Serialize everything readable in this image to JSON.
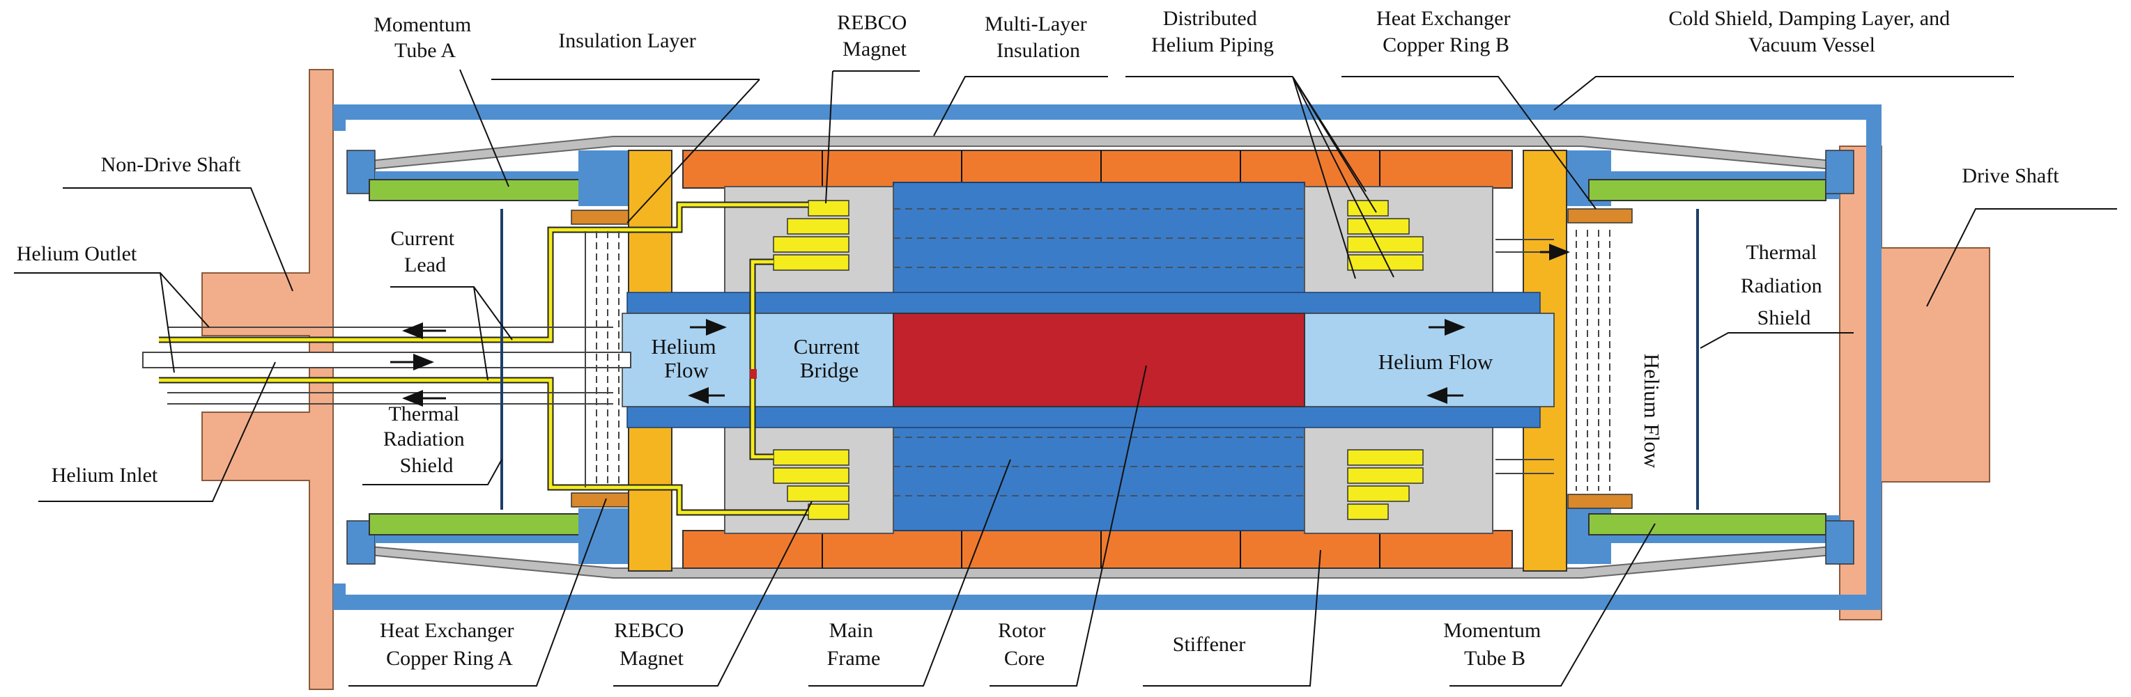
{
  "labels": {
    "momentum_tube_a": [
      "Momentum",
      "Tube A"
    ],
    "insulation_layer": "Insulation Layer",
    "rebco_magnet_top": [
      "REBCO",
      "Magnet"
    ],
    "multi_layer_insulation": [
      "Multi-Layer",
      "Insulation"
    ],
    "distributed_helium_piping": [
      "Distributed",
      "Helium Piping"
    ],
    "heat_exchanger_b": [
      "Heat Exchanger",
      "Copper Ring B"
    ],
    "cold_shield": [
      "Cold Shield, Damping Layer, and",
      "Vacuum Vessel"
    ],
    "non_drive_shaft": "Non-Drive Shaft",
    "drive_shaft": "Drive Shaft",
    "helium_outlet": "Helium Outlet",
    "helium_inlet": "Helium Inlet",
    "current_lead": [
      "Current",
      "Lead"
    ],
    "thermal_radiation_shield_left": [
      "Thermal",
      "Radiation",
      "Shield"
    ],
    "thermal_radiation_shield_right": [
      "Thermal",
      "Radiation",
      "Shield"
    ],
    "helium_flow_left": [
      "Helium",
      "Flow"
    ],
    "current_bridge": [
      "Current",
      "Bridge"
    ],
    "helium_flow_right": "Helium Flow",
    "helium_flow_vertical": "Helium Flow",
    "heat_exchanger_a": [
      "Heat Exchanger",
      "Copper Ring A"
    ],
    "rebco_magnet_bottom": [
      "REBCO",
      "Magnet"
    ],
    "main_frame": [
      "Main",
      "Frame"
    ],
    "rotor_core": [
      "Rotor",
      "Core"
    ],
    "stiffener": "Stiffener",
    "momentum_tube_b": [
      "Momentum",
      "Tube B"
    ]
  },
  "colors": {
    "shaft": "#f2ae8a",
    "vessel_blue": "#4f8fd0",
    "frame_blue": "#3a7cc8",
    "light_blue": "#a9d2f0",
    "core_red": "#c1222b",
    "stiffener_orange": "#ef7a2e",
    "flange_gold": "#f5b520",
    "coil_yellow": "#f4ec1c",
    "tube_green": "#8cc63f",
    "gray": "#cfcfcf",
    "copper_ring": "#d9892b"
  }
}
